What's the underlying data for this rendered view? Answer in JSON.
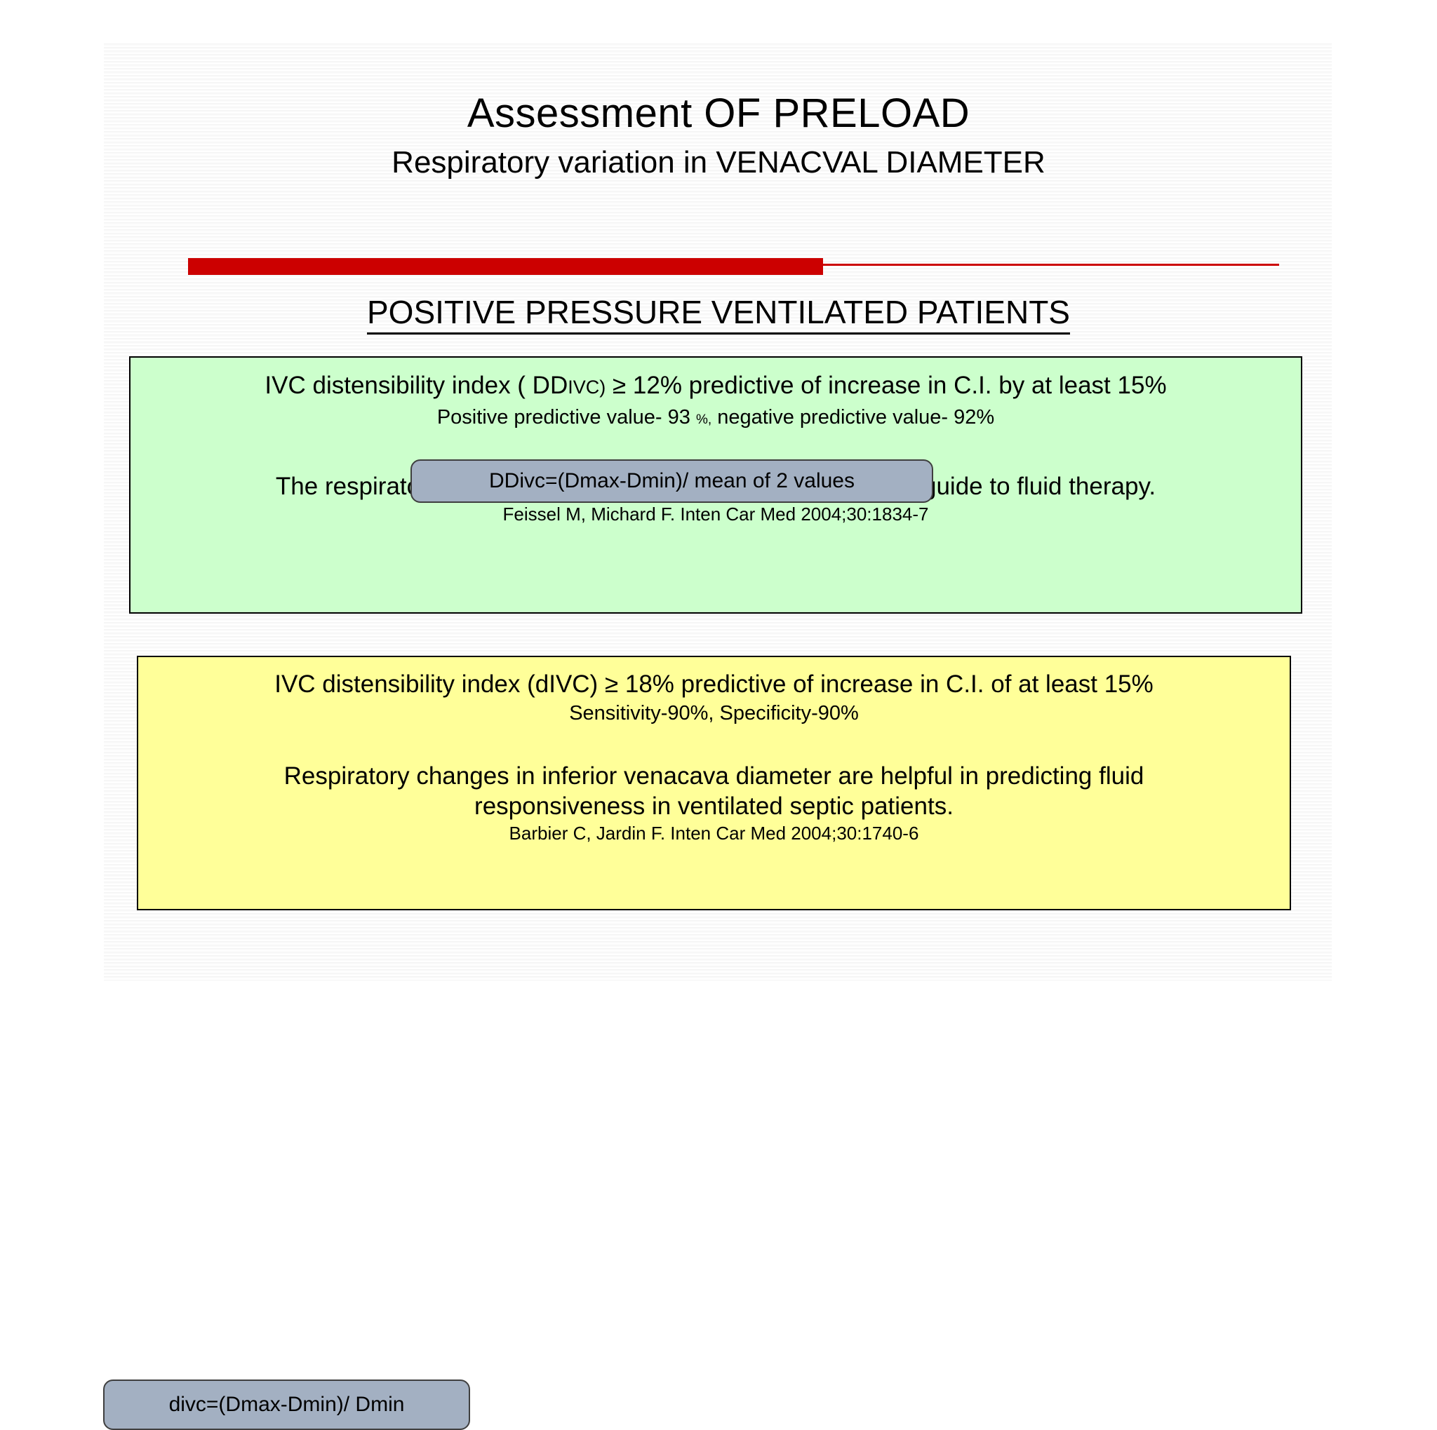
{
  "slide": {
    "title_main": "Assessment OF PRELOAD",
    "title_sub": "Respiratory variation in VENACVAL DIAMETER",
    "section_heading": "POSITIVE PRESSURE VENTILATED PATIENTS",
    "accent_color": "#cc0000"
  },
  "green_panel": {
    "background_color": "#ccffcc",
    "statement_prefix": "IVC distensibility index ( DD",
    "statement_subscript": "IVC)",
    "statement_suffix": " ≥ 12% predictive of increase in C.I. by at least 15%",
    "metrics_prefix": "Positive predictive value- 93 ",
    "metrics_small": "%,",
    "metrics_suffix": " negative predictive value- 92%",
    "formula": "DDivc=(Dmax-Dmin)/ mean of 2 values",
    "reference_title": "The respiratory variation in inferior venacava diameter as a guide to fluid therapy.",
    "reference_citation": "Feissel M, Michard F. Inten Car Med 2004;30:1834-7"
  },
  "yellow_panel": {
    "background_color": "#ffff99",
    "statement": "IVC distensibility index (dIVC) ≥ 18% predictive of increase in C.I. of at least 15%",
    "metrics": "Sensitivity-90%, Specificity-90%",
    "formula": "divc=(Dmax-Dmin)/ Dmin",
    "reference_title_line1": "Respiratory changes in inferior venacava diameter are helpful in predicting fluid",
    "reference_title_line2": "responsiveness in ventilated septic patients.",
    "reference_citation": "Barbier C, Jardin F. Inten Car Med 2004;30:1740-6"
  }
}
